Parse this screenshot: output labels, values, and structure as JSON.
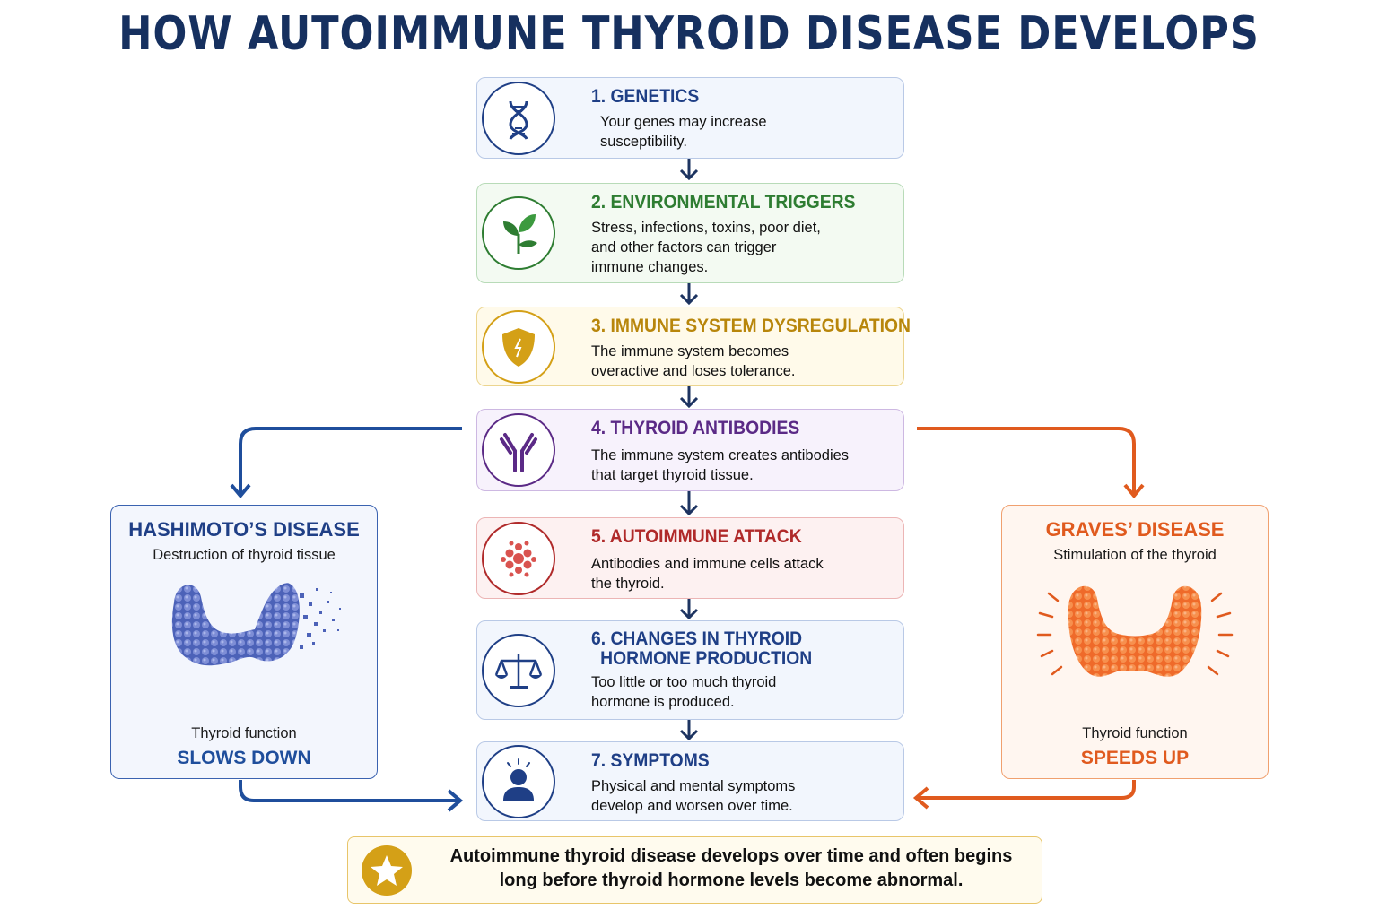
{
  "title": "HOW AUTOIMMUNE THYROID DISEASE DEVELOPS",
  "steps": [
    {
      "title": "1. GENETICS",
      "desc_lines": [
        "Your genes may increase",
        "susceptibility."
      ],
      "icon": "dna-icon",
      "color": "#1f3f86"
    },
    {
      "title": "2. ENVIRONMENTAL TRIGGERS",
      "desc_lines": [
        "Stress, infections, toxins, poor diet,",
        "and other factors can trigger",
        "immune changes."
      ],
      "icon": "leaf-icon",
      "color": "#2e7d32"
    },
    {
      "title": "3. IMMUNE SYSTEM DYSREGULATION",
      "desc_lines": [
        "The immune system becomes",
        "overactive and loses tolerance."
      ],
      "icon": "shield-icon",
      "color": "#b8860b"
    },
    {
      "title": "4. THYROID ANTIBODIES",
      "desc_lines": [
        "The immune system creates antibodies",
        "that target thyroid tissue."
      ],
      "icon": "antibody-icon",
      "color": "#5b2a86"
    },
    {
      "title": "5. AUTOIMMUNE ATTACK",
      "desc_lines": [
        "Antibodies and immune cells attack",
        "the thyroid."
      ],
      "icon": "immune-cells-icon",
      "color": "#b02a2a"
    },
    {
      "title_lines": [
        "6. CHANGES IN THYROID",
        "HORMONE PRODUCTION"
      ],
      "desc_lines": [
        "Too little or too much thyroid",
        "hormone is produced."
      ],
      "icon": "balance-scale-icon",
      "color": "#1f3f86"
    },
    {
      "title": "7. SYMPTOMS",
      "desc_lines": [
        "Physical and mental symptoms",
        "develop and worsen over time."
      ],
      "icon": "person-icon",
      "color": "#1f3f86"
    }
  ],
  "hashimoto": {
    "title": "HASHIMOTO’S DISEASE",
    "subtitle": "Destruction of thyroid tissue",
    "function_label": "Thyroid function",
    "function_value": "SLOWS DOWN",
    "color": "#1f4e9c"
  },
  "graves": {
    "title": "GRAVES’ DISEASE",
    "subtitle": "Stimulation of the thyroid",
    "function_label": "Thyroid function",
    "function_value": "SPEEDS UP",
    "color": "#e05a1e"
  },
  "note": {
    "lines": [
      "Autoimmune thyroid disease develops over time and often begins",
      "long before thyroid hormone levels become abnormal."
    ],
    "icon": "star-icon"
  }
}
